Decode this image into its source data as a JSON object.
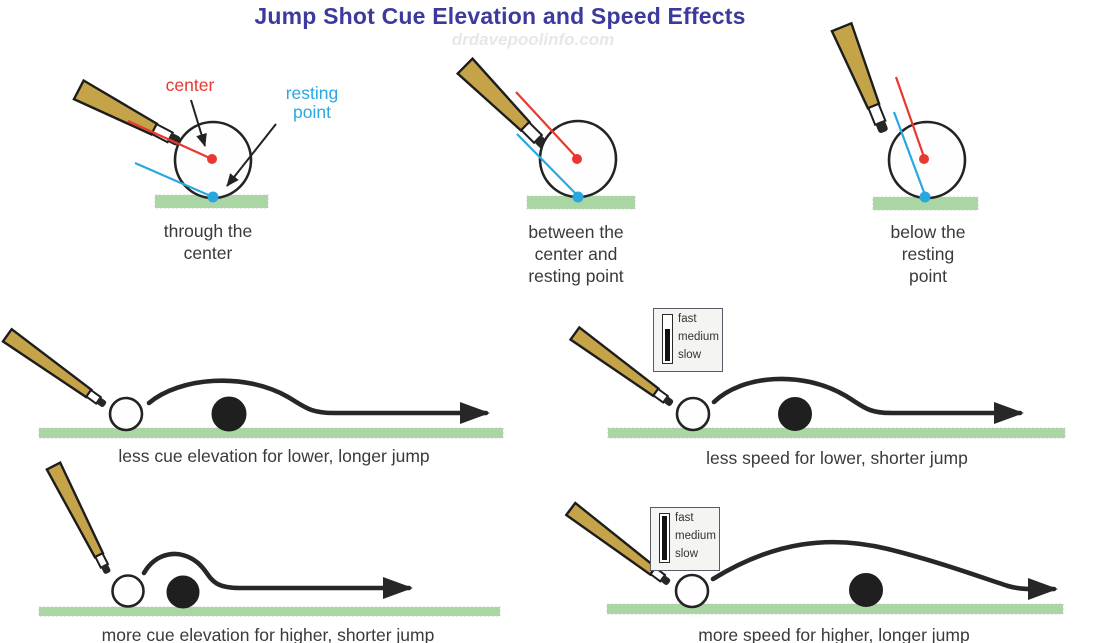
{
  "title": "Jump Shot Cue Elevation and Speed Effects",
  "watermark": "drdavepoolinfo.com",
  "colors": {
    "title_blue": "#3c3a9d",
    "center_red": "#e8382f",
    "resting_cyan": "#29a8e0",
    "cloth_green": "#a9d6a3",
    "cue_wood": "#c5a348",
    "ink": "#272727"
  },
  "annotations": {
    "center": "center",
    "resting_point_lines": [
      "resting",
      "point"
    ]
  },
  "top_diagrams": [
    {
      "id": "through-center",
      "caption_lines": [
        "through the",
        "center"
      ]
    },
    {
      "id": "between-center-and-resting",
      "caption_lines": [
        "between the",
        "center and",
        "resting point"
      ]
    },
    {
      "id": "below-resting-point",
      "caption_lines": [
        "below the",
        "resting",
        "point"
      ]
    }
  ],
  "speed_gauge": {
    "labels": [
      "fast",
      "medium",
      "slow"
    ],
    "less_speed_level": "medium",
    "more_speed_level": "fast"
  },
  "bottom_diagrams": [
    {
      "id": "less-elevation",
      "caption": "less cue elevation for lower, longer jump"
    },
    {
      "id": "less-speed",
      "caption": "less speed for lower, shorter jump"
    },
    {
      "id": "more-elevation",
      "caption": "more cue elevation for higher, shorter jump"
    },
    {
      "id": "more-speed",
      "caption": "more speed for higher, longer jump"
    }
  ]
}
